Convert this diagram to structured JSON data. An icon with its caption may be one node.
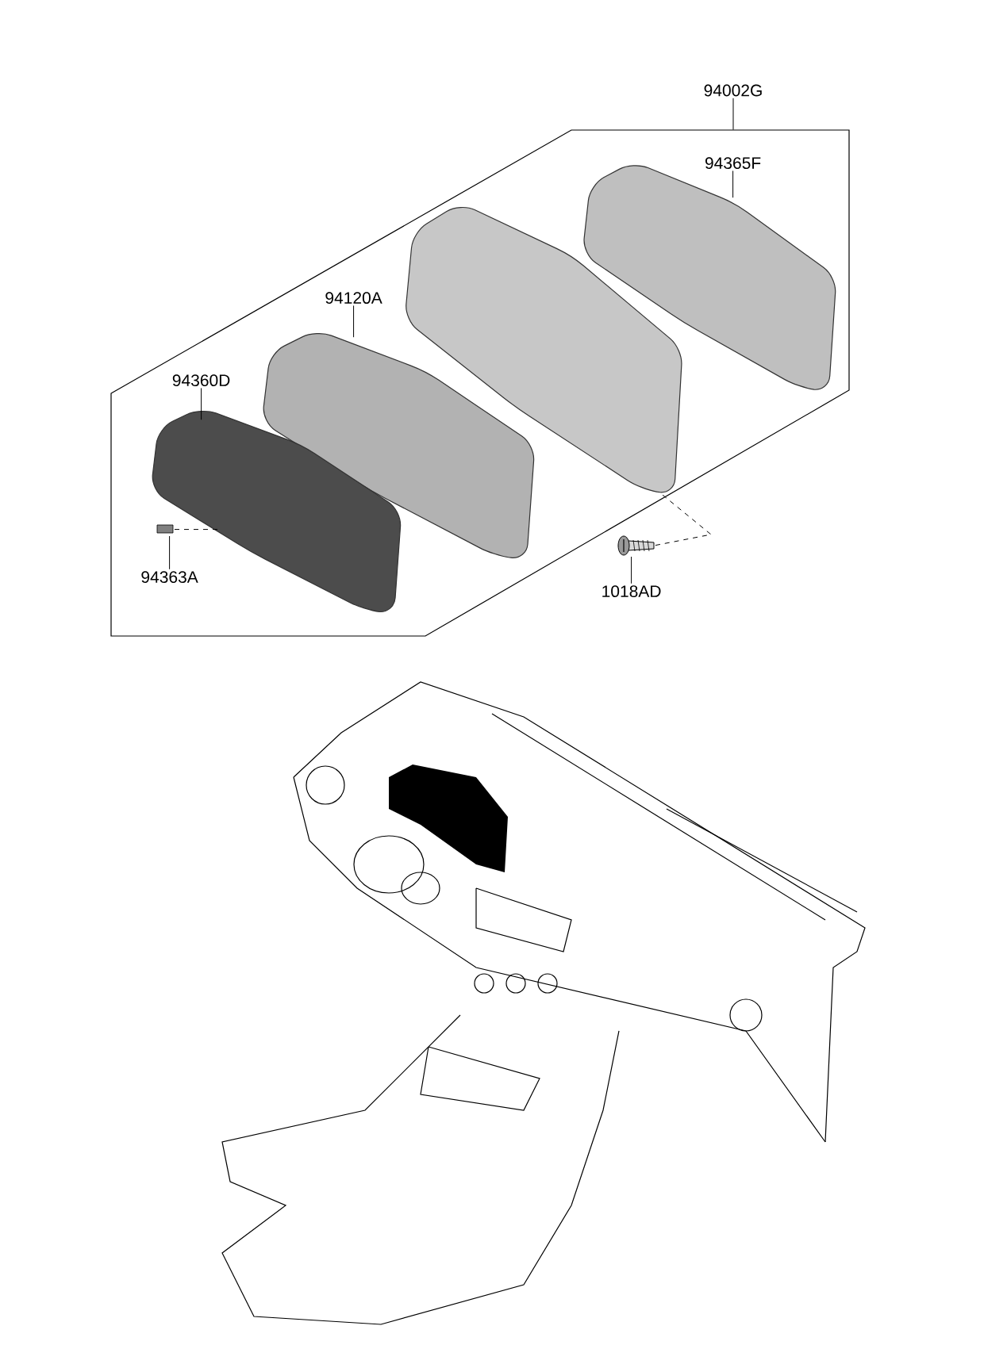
{
  "diagram": {
    "nodes": [
      {
        "text": [
          "94002G"
        ]
      },
      {
        "text": [],
        "shape": "box"
      },
      {
        "text": [
          "94365F"
        ],
        "in": 1
      },
      {
        "text": [],
        "shape": "picture",
        "in": 1
      },
      {
        "text": [
          "94120A"
        ],
        "in": 1
      },
      {
        "text": [],
        "shape": "picture",
        "in": 1
      },
      {
        "text": [],
        "shape": "picture",
        "in": 1
      },
      {
        "text": [
          "94360D"
        ],
        "in": 1
      },
      {
        "text": [],
        "shape": "picture",
        "in": 1
      },
      {
        "text": [],
        "shape": "box",
        "in": 1
      },
      {
        "text": [
          "94363A"
        ],
        "in": 1
      },
      {
        "text": [],
        "shape": "picture",
        "in": 1
      },
      {
        "text": [
          "1018AD"
        ],
        "in": 1
      }
    ],
    "edges": [
      {
        "from": 0,
        "to": 1,
        "arrow": "none"
      },
      {
        "from": 2,
        "to": 3,
        "arrow": "none"
      },
      {
        "from": 4,
        "to": 5,
        "arrow": "none"
      },
      {
        "from": 7,
        "to": 8,
        "arrow": "none"
      },
      {
        "from": 10,
        "to": 9,
        "arrow": "none"
      },
      {
        "from": 12,
        "to": 11,
        "arrow": "none"
      },
      {
        "from": 11,
        "to": 6,
        "arrow": "none",
        "style": "dashed"
      },
      {
        "from": 9,
        "to": 8,
        "arrow": "none",
        "style": "dashed"
      }
    ]
  }
}
